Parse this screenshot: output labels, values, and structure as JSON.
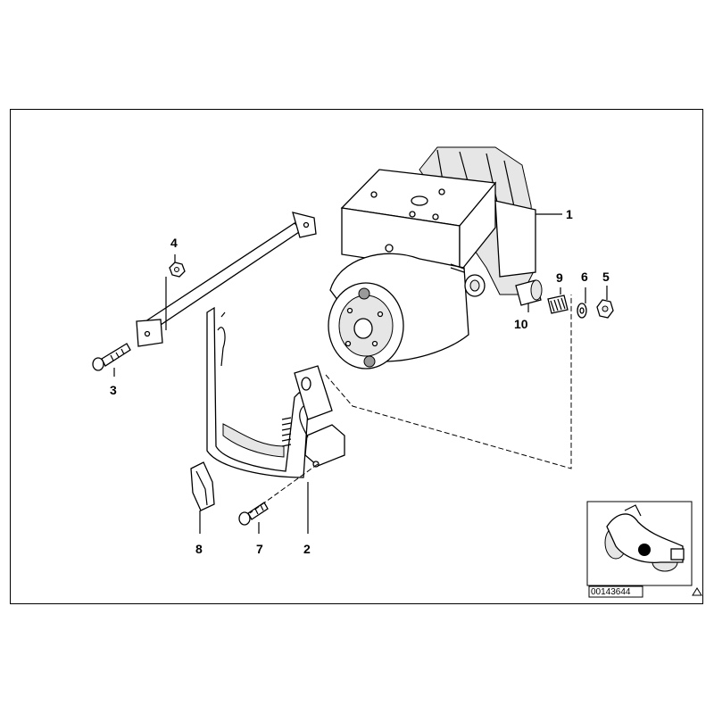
{
  "diagram": {
    "callouts": {
      "p1": "1",
      "p2": "2",
      "p3": "3",
      "p4": "4",
      "p5": "5",
      "p6": "6",
      "p7": "7",
      "p8": "8",
      "p9": "9",
      "p10": "10"
    },
    "thumbnail": {
      "code": "00143644"
    }
  }
}
